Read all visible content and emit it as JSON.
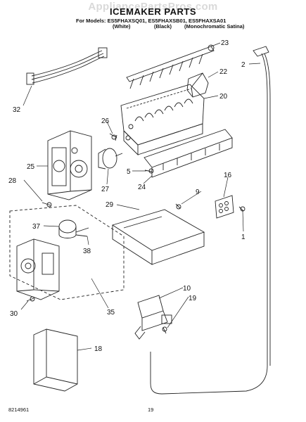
{
  "watermark": "AppliancePartsPros.com",
  "title": "ICEMAKER PARTS",
  "models_line": "For Models: ES5FHAXSQ01, ES5FHAXSB01, ES5FHAXSA01",
  "variants": [
    "(White)",
    "(Black)",
    "(Monochromatic Satina)"
  ],
  "callouts": [
    "32",
    "23",
    "2",
    "22",
    "20",
    "26",
    "25",
    "5",
    "27",
    "24",
    "28",
    "16",
    "9",
    "29",
    "37",
    "1",
    "38",
    "10",
    "19",
    "30",
    "35",
    "18"
  ],
  "footer": {
    "doc_number": "8214961",
    "page_number": "19"
  }
}
